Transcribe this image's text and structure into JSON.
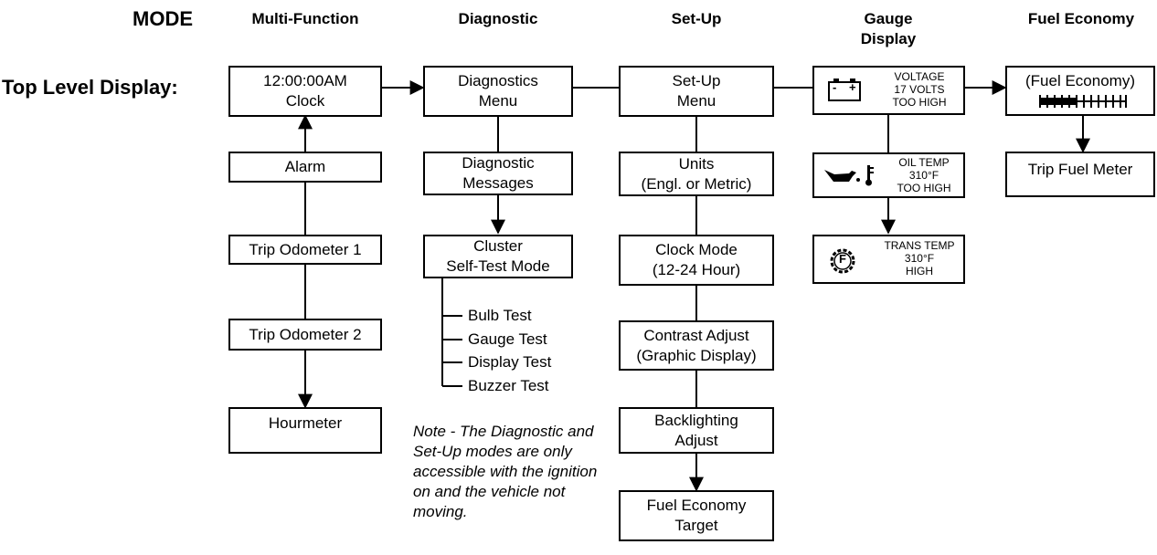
{
  "headers": {
    "mode": "MODE",
    "multi_function": "Multi-Function",
    "diagnostic": "Diagnostic",
    "setup": "Set-Up",
    "gauge_line1": "Gauge",
    "gauge_line2": "Display",
    "fuel_economy": "Fuel Economy"
  },
  "top_level_label": "Top Level Display:",
  "multi_function": {
    "clock_line1": "12:00:00AM",
    "clock_line2": "Clock",
    "alarm": "Alarm",
    "trip1": "Trip Odometer 1",
    "trip2": "Trip Odometer 2",
    "hourmeter": "Hourmeter"
  },
  "diagnostic": {
    "menu_line1": "Diagnostics",
    "menu_line2": "Menu",
    "messages_line1": "Diagnostic",
    "messages_line2": "Messages",
    "selftest_line1": "Cluster",
    "selftest_line2": "Self-Test Mode",
    "tests": [
      "Bulb Test",
      "Gauge Test",
      "Display Test",
      "Buzzer Test"
    ]
  },
  "setup": {
    "menu_line1": "Set-Up",
    "menu_line2": "Menu",
    "units_line1": "Units",
    "units_line2": "(Engl. or Metric)",
    "clock_line1": "Clock Mode",
    "clock_line2": "(12-24 Hour)",
    "contrast_line1": "Contrast Adjust",
    "contrast_line2": "(Graphic Display)",
    "backlight_line1": "Backlighting",
    "backlight_line2": "Adjust",
    "fuel_target_line1": "Fuel Economy",
    "fuel_target_line2": "Target"
  },
  "gauge": {
    "voltage": [
      "VOLTAGE",
      "17 VOLTS",
      "TOO HIGH"
    ],
    "oil": [
      "OIL TEMP",
      "310°F",
      "TOO HIGH"
    ],
    "trans": [
      "TRANS TEMP",
      "310°F",
      "HIGH"
    ],
    "battery_minus": "-",
    "battery_plus": "+",
    "trans_icon_letter": "F"
  },
  "fuel_economy": {
    "display": "(Fuel Economy)",
    "trip_meter": "Trip Fuel Meter"
  },
  "note": "Note - The Diagnostic and Set-Up modes are only accessible with the ignition on and the vehicle not moving."
}
